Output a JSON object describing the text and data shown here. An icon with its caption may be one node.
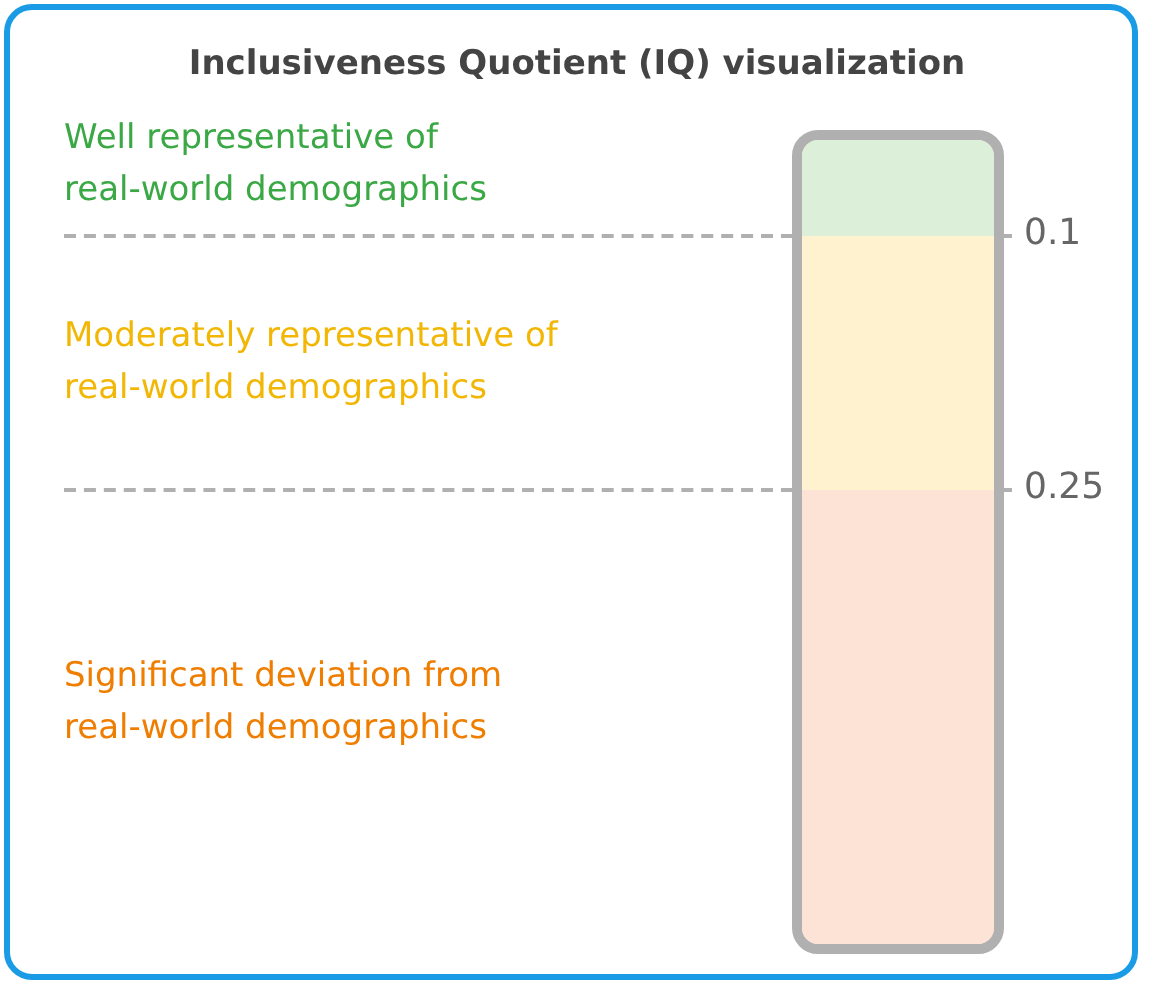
{
  "diagram": {
    "title": "Inclusiveness Quotient (IQ) visualization",
    "labels": [
      "Well representative of real-world demographics",
      "0.1",
      "Moderately representative of real-world demographics",
      "0.25",
      "Significant deviation from real-world demographics"
    ]
  }
}
